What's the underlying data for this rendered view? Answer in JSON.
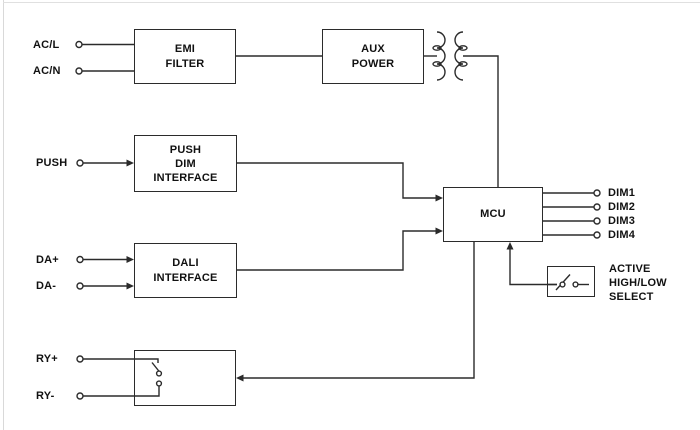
{
  "blocks": {
    "emi_filter": "EMI\nFILTER",
    "aux_power": "AUX\nPOWER",
    "push_dim_interface": "PUSH\nDIM\nINTERFACE",
    "dali_interface": "DALI\nINTERFACE",
    "mcu": "MCU"
  },
  "inputs": {
    "ac_l": "AC/L",
    "ac_n": "AC/N",
    "push": "PUSH",
    "da_plus": "DA+",
    "da_minus": "DA-",
    "ry_plus": "RY+",
    "ry_minus": "RY-"
  },
  "outputs": {
    "dim1": "DIM1",
    "dim2": "DIM2",
    "dim3": "DIM3",
    "dim4": "DIM4"
  },
  "annotations": {
    "active_select": "ACTIVE\nHIGH/LOW\nSELECT"
  },
  "icons": {
    "transformer": "transformer-icon",
    "relay": "relay-switch-icon",
    "select_switch": "dip-switch-icon"
  },
  "colors": {
    "line": "#2b2b2b",
    "text": "#111111",
    "background": "#ffffff",
    "page_edge": "#d9d9d9"
  }
}
